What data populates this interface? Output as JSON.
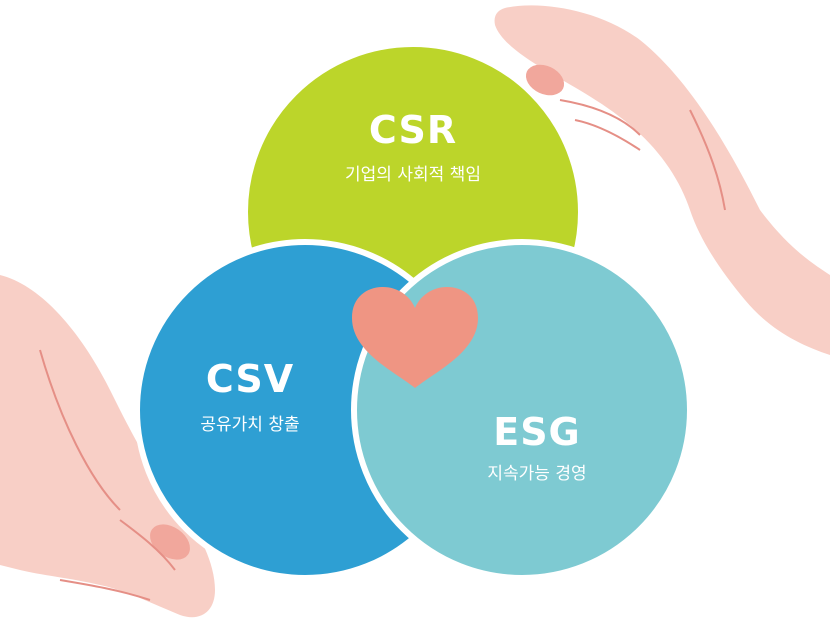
{
  "circles": [
    {
      "id": "csr",
      "title": "CSR",
      "subtitle": "기업의 사회적 책임",
      "color": "#bcd52a"
    },
    {
      "id": "csv",
      "title": "CSV",
      "subtitle": "공유가치 창출",
      "color": "#2e9fd3"
    },
    {
      "id": "esg",
      "title": "ESG",
      "subtitle": "지속가능 경영",
      "color": "#7ecad2"
    }
  ],
  "colors": {
    "heart": "#ef9583",
    "hand": "#f8cfc6",
    "hand_shade": "#f1a79c",
    "hand_line": "#e58f86"
  },
  "icons": [
    "heart-icon",
    "hand-top-right-icon",
    "hand-bottom-left-icon"
  ]
}
